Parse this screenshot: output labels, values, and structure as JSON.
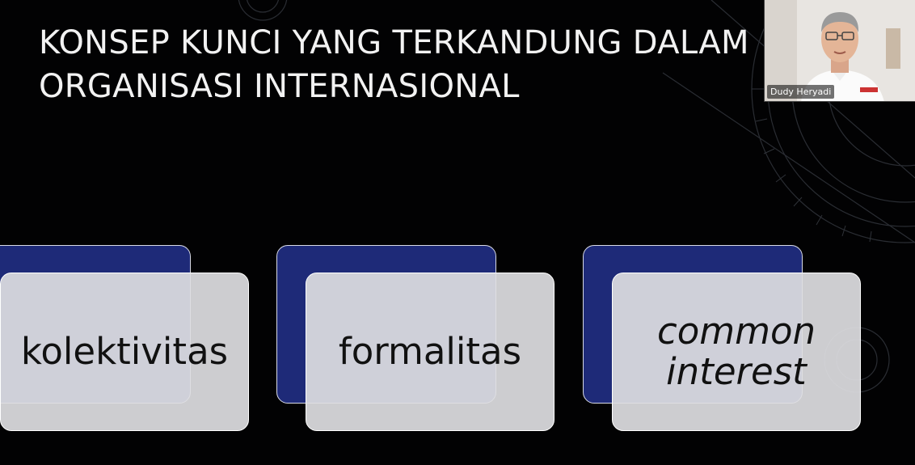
{
  "slide": {
    "title_line_1": "KONSEP KUNCI YANG TERKANDUNG DALAM",
    "title_line_2": "ORGANISASI INTERNASIONAL",
    "cards": [
      {
        "label": "kolektivitas"
      },
      {
        "label": "formalitas"
      },
      {
        "label": "common interest"
      }
    ]
  },
  "participant": {
    "name": "Dudy Heryadi"
  },
  "colors": {
    "background": "#020203",
    "card_back": "#1e2a78",
    "card_front": "#dededf",
    "title_text": "#f2f2f2"
  }
}
